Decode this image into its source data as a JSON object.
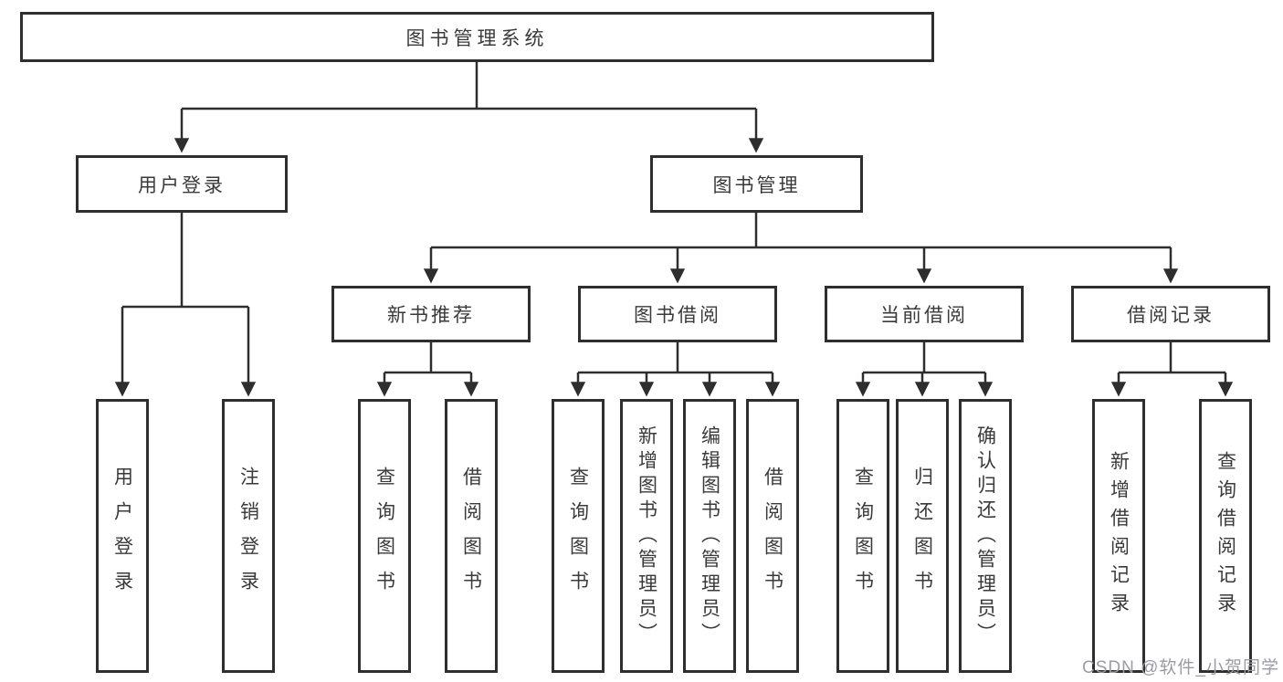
{
  "diagram_title": "图书管理系统",
  "tree": {
    "label": "图书管理系统",
    "children": [
      {
        "label": "用户登录",
        "children": [
          {
            "label": "用户登录"
          },
          {
            "label": "注销登录"
          }
        ]
      },
      {
        "label": "图书管理",
        "children": [
          {
            "label": "新书推荐",
            "children": [
              {
                "label": "查询图书"
              },
              {
                "label": "借阅图书"
              }
            ]
          },
          {
            "label": "图书借阅",
            "children": [
              {
                "label": "查询图书"
              },
              {
                "label": "新增图书（管理员）"
              },
              {
                "label": "编辑图书（管理员）"
              },
              {
                "label": "借阅图书"
              }
            ]
          },
          {
            "label": "当前借阅",
            "children": [
              {
                "label": "查询图书"
              },
              {
                "label": "归还图书"
              },
              {
                "label": "确认归还（管理员）"
              }
            ]
          },
          {
            "label": "借阅记录",
            "children": [
              {
                "label": "新增借阅记录"
              },
              {
                "label": "查询借阅记录"
              }
            ]
          }
        ]
      }
    ]
  },
  "colors": {
    "line": "#2e2e2e",
    "text": "#3a3a3a",
    "watermark": "#9b9ba3",
    "background": "#ffffff"
  },
  "watermark": {
    "text": "CSDN @软件_小贺同学"
  }
}
